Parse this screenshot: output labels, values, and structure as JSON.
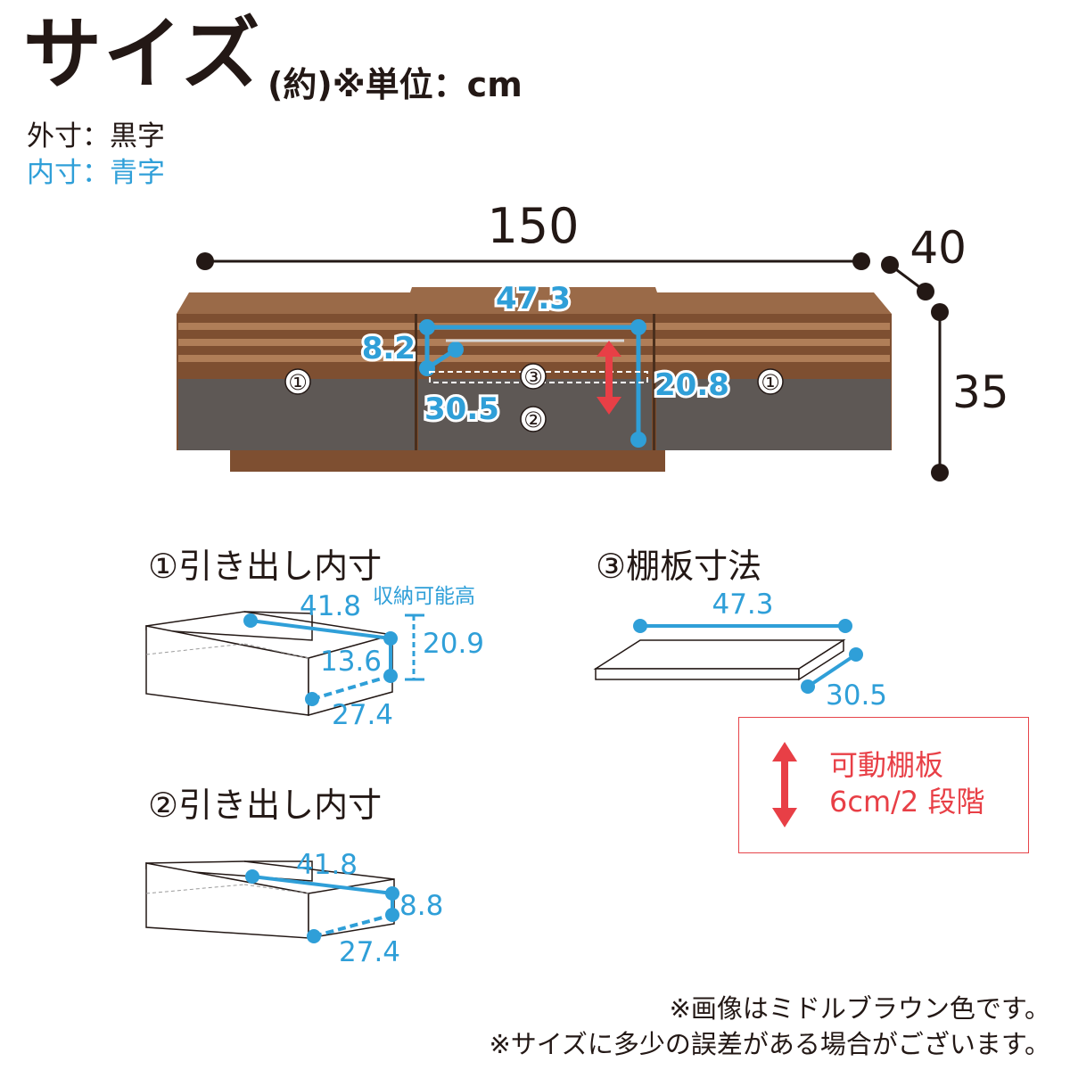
{
  "header": {
    "title": "サイズ",
    "unit_note": "(約)※単位：cm"
  },
  "legend": {
    "outer": "外寸：黒字",
    "inner": "内寸：青字"
  },
  "main_view": {
    "width": "150",
    "depth": "40",
    "height": "35",
    "inner_width": "47.3",
    "inner_small_height": "8.2",
    "inner_depth": "30.5",
    "inner_height": "20.8",
    "label_1": "①",
    "label_2": "②",
    "label_3": "③"
  },
  "drawer1": {
    "title": "①引き出し内寸",
    "width": "41.8",
    "storage_label": "収納可能高",
    "inner_height": "13.6",
    "storage_height": "20.9",
    "depth": "27.4"
  },
  "shelf3": {
    "title": "③棚板寸法",
    "width": "47.3",
    "depth": "30.5"
  },
  "movable": {
    "line1": "可動棚板",
    "line2": "6cm/2 段階"
  },
  "drawer2": {
    "title": "②引き出し内寸",
    "width": "41.8",
    "height": "8.8",
    "depth": "27.4"
  },
  "notes": {
    "line1": "※画像はミドルブラウン色です。",
    "line2": "※サイズに多少の誤差がある場合がございます。"
  },
  "colors": {
    "outer_text": "#231815",
    "inner_text": "#2f9fd8",
    "accent_red": "#e83f46",
    "wood": "#8a5a3a",
    "drawer_gray": "#5e5855"
  }
}
